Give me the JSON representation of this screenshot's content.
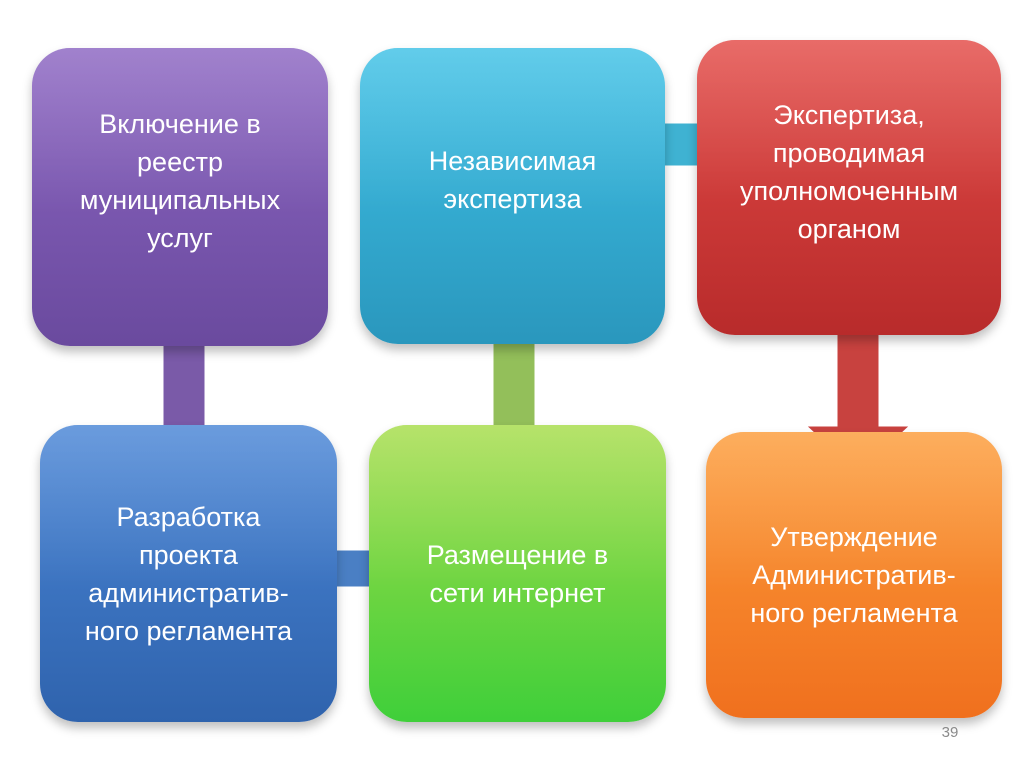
{
  "diagram": {
    "steps": [
      {
        "id": "step-1",
        "label": "Включение в\nреестр\nмуниципальных\nуслуг",
        "color": "#7a58b0"
      },
      {
        "id": "step-2",
        "label": "Разработка\nпроекта\nадминистратив-\nного регламента",
        "color": "#3b74c2"
      },
      {
        "id": "step-3",
        "label": "Размещение в\nсети интернет",
        "color": "#6fd642"
      },
      {
        "id": "step-4",
        "label": "Независимая\nэкспертиза",
        "color": "#35acd3"
      },
      {
        "id": "step-5",
        "label": "Экспертиза,\nпроводимая\nуполномоченным\nорганом",
        "color": "#cf3b38"
      },
      {
        "id": "step-6",
        "label": "Утверждение\nАдминистратив-\nного регламента",
        "color": "#f5852a"
      }
    ],
    "arrows": [
      {
        "from": "step-1",
        "to": "step-2",
        "direction": "down",
        "color": "#7a5aa8"
      },
      {
        "from": "step-2",
        "to": "step-3",
        "direction": "right",
        "color": "#4a7fc4"
      },
      {
        "from": "step-3",
        "to": "step-4",
        "direction": "up",
        "color": "#93bf5a"
      },
      {
        "from": "step-4",
        "to": "step-5",
        "direction": "right",
        "color": "#3fb2d2"
      },
      {
        "from": "step-5",
        "to": "step-6",
        "direction": "down",
        "color": "#c8423f"
      }
    ]
  },
  "slide": {
    "page_number": "39"
  }
}
